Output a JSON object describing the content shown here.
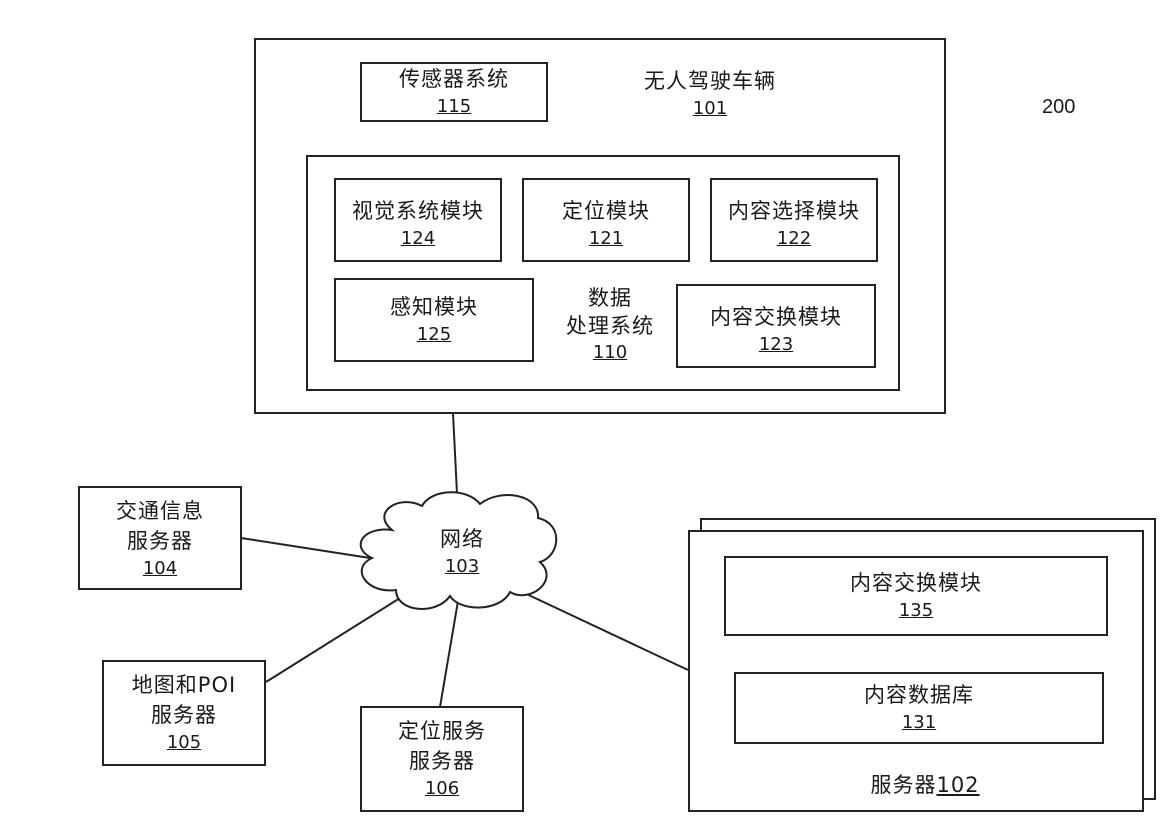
{
  "figure_number": "200",
  "vehicle": {
    "title": "无人驾驶车辆",
    "number": "101"
  },
  "sensor_system": {
    "title": "传感器系统",
    "number": "115"
  },
  "vision_module": {
    "title": "视觉系统模块",
    "number": "124"
  },
  "localization_module": {
    "title": "定位模块",
    "number": "121"
  },
  "content_selection_module": {
    "title": "内容选择模块",
    "number": "122"
  },
  "perception_module": {
    "title": "感知模块",
    "number": "125"
  },
  "data_processing_system": {
    "title_line1": "数据",
    "title_line2": "处理系统",
    "number": "110"
  },
  "content_exchange_vehicle": {
    "title": "内容交换模块",
    "number": "123"
  },
  "network": {
    "title": "网络",
    "number": "103"
  },
  "traffic_server": {
    "title_line1": "交通信息",
    "title_line2": "服务器",
    "number": "104"
  },
  "map_poi_server": {
    "title_line1": "地图和POI",
    "title_line2": "服务器",
    "number": "105"
  },
  "location_server": {
    "title_line1": "定位服务",
    "title_line2": "服务器",
    "number": "106"
  },
  "server": {
    "title": "服务器",
    "number": "102"
  },
  "content_exchange_server": {
    "title": "内容交换模块",
    "number": "135"
  },
  "content_database": {
    "title": "内容数据库",
    "number": "131"
  }
}
